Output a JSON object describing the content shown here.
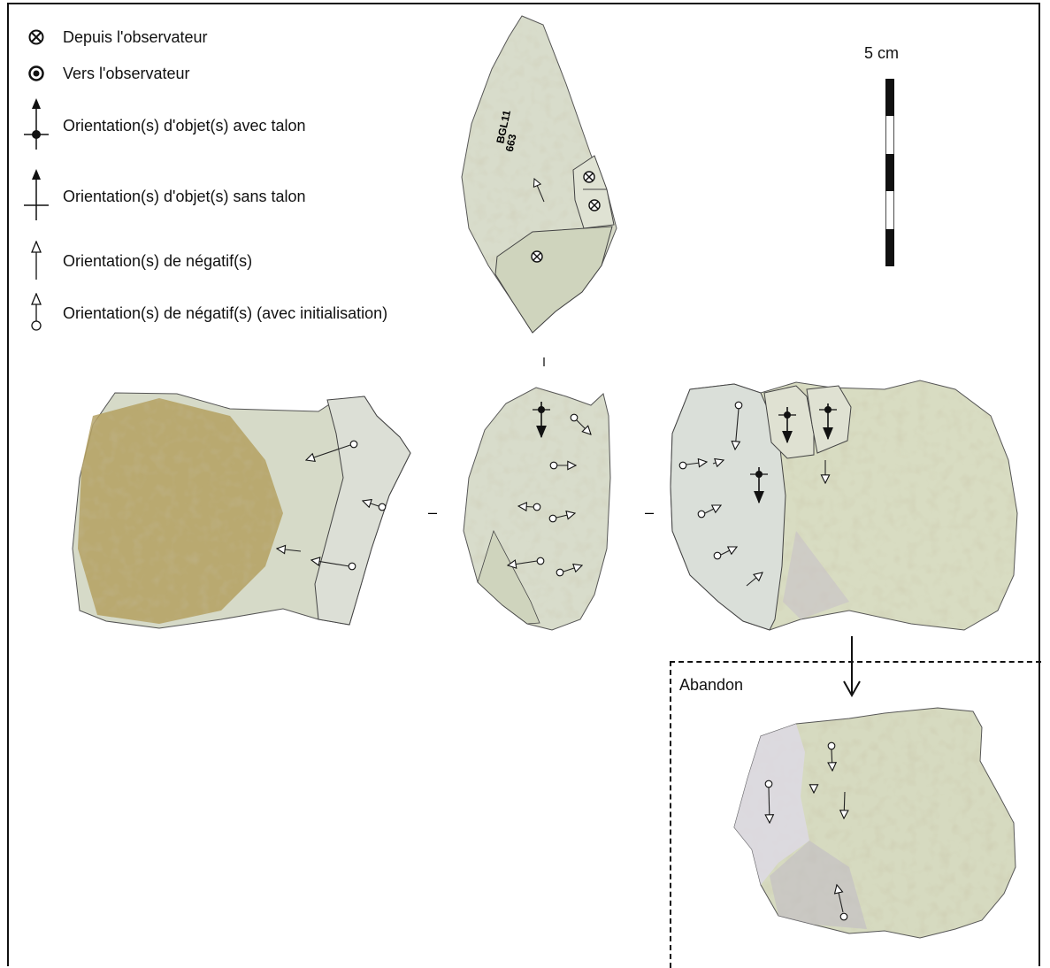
{
  "legend": {
    "items": [
      {
        "icon": "circle-cross-icon",
        "label": "Depuis l'observateur"
      },
      {
        "icon": "circle-dot-icon",
        "label": "Vers l'observateur"
      },
      {
        "icon": "arrow-with-platform-icon",
        "label": "Orientation(s) d'objet(s) avec talon"
      },
      {
        "icon": "arrow-without-platform-icon",
        "label": "Orientation(s) d'objet(s) sans talon"
      },
      {
        "icon": "open-arrow-icon",
        "label": "Orientation(s) de négatif(s)"
      },
      {
        "icon": "open-arrow-initialisation-icon",
        "label": "Orientation(s) de négatif(s) (avec initialisation)"
      }
    ]
  },
  "scale": {
    "label": "5 cm"
  },
  "top_view": {
    "inscription_line1": "BGL11",
    "inscription_line2": "663"
  },
  "abandon": {
    "label": "Abandon"
  },
  "colors": {
    "flint": "#d8dccb",
    "cortex": "#b4a060",
    "outline": "#3a3a3a",
    "text": "#111111"
  }
}
